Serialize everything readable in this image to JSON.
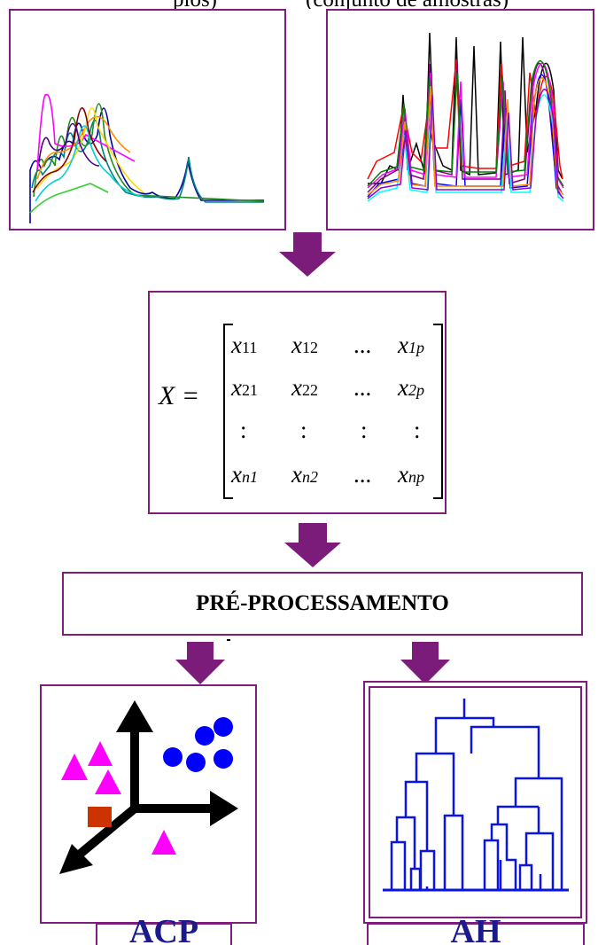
{
  "header": {
    "left_fragment": "plos)",
    "right_fragment": "(conjunto de amostras)"
  },
  "matrix": {
    "lhs": "X =",
    "rows": [
      [
        "x",
        "11",
        "x",
        "12",
        "...",
        "x",
        "1p"
      ],
      [
        "x",
        "21",
        "x",
        "22",
        "...",
        "x",
        "2p"
      ],
      [
        ":",
        "",
        ":",
        "",
        ":",
        ":",
        ""
      ],
      [
        "x",
        "n1",
        "x",
        "n2",
        "...",
        "x",
        "np"
      ]
    ]
  },
  "preprocess": {
    "label": "PRÉ-PROCESSAMENTO"
  },
  "outputs": {
    "left_label": "ACP",
    "right_label": "AH"
  },
  "colors": {
    "frame": "#7b1f7b",
    "arrow": "#7b1c7b",
    "label_text": "#1a1a8c",
    "dendrogram": "#0a14e6",
    "triangle": "#ff00ff",
    "circle": "#0000ff",
    "square": "#cc3300"
  }
}
